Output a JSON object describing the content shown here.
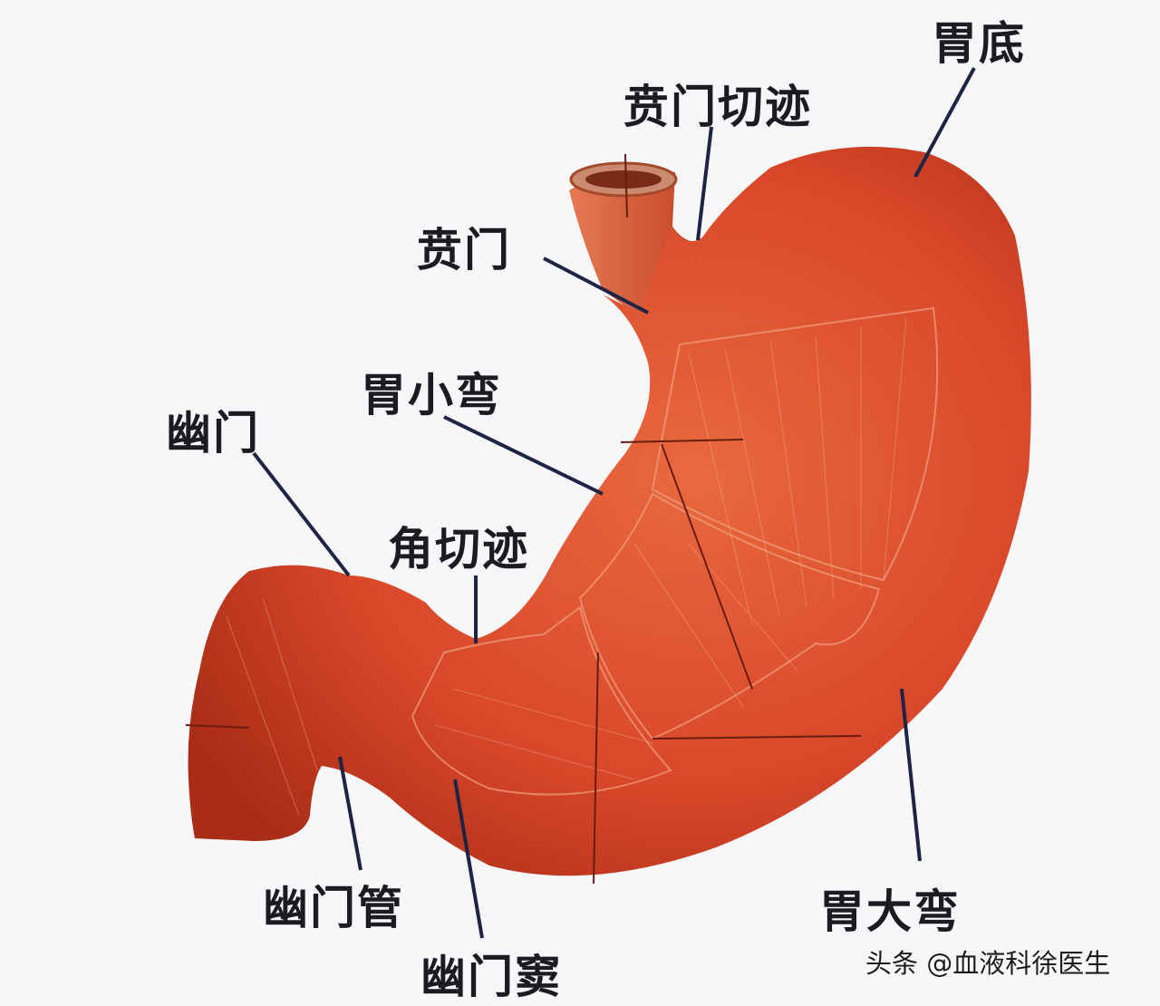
{
  "labels": {
    "fundus": "胃底",
    "cardiac_notch": "贲门切迹",
    "cardia": "贲门",
    "lesser_curvature": "胃小弯",
    "pylorus": "幽门",
    "angular_incisure": "角切迹",
    "pyloric_canal": "幽门管",
    "pyloric_antrum": "幽门窦",
    "greater_curvature": "胃大弯"
  },
  "watermark": "头条 @血液科徐医生",
  "colors": {
    "stomach": "#d9482a",
    "stomach_dark": "#b3321a",
    "leader_line": "#1e2444",
    "background": "#f7f6f8"
  }
}
